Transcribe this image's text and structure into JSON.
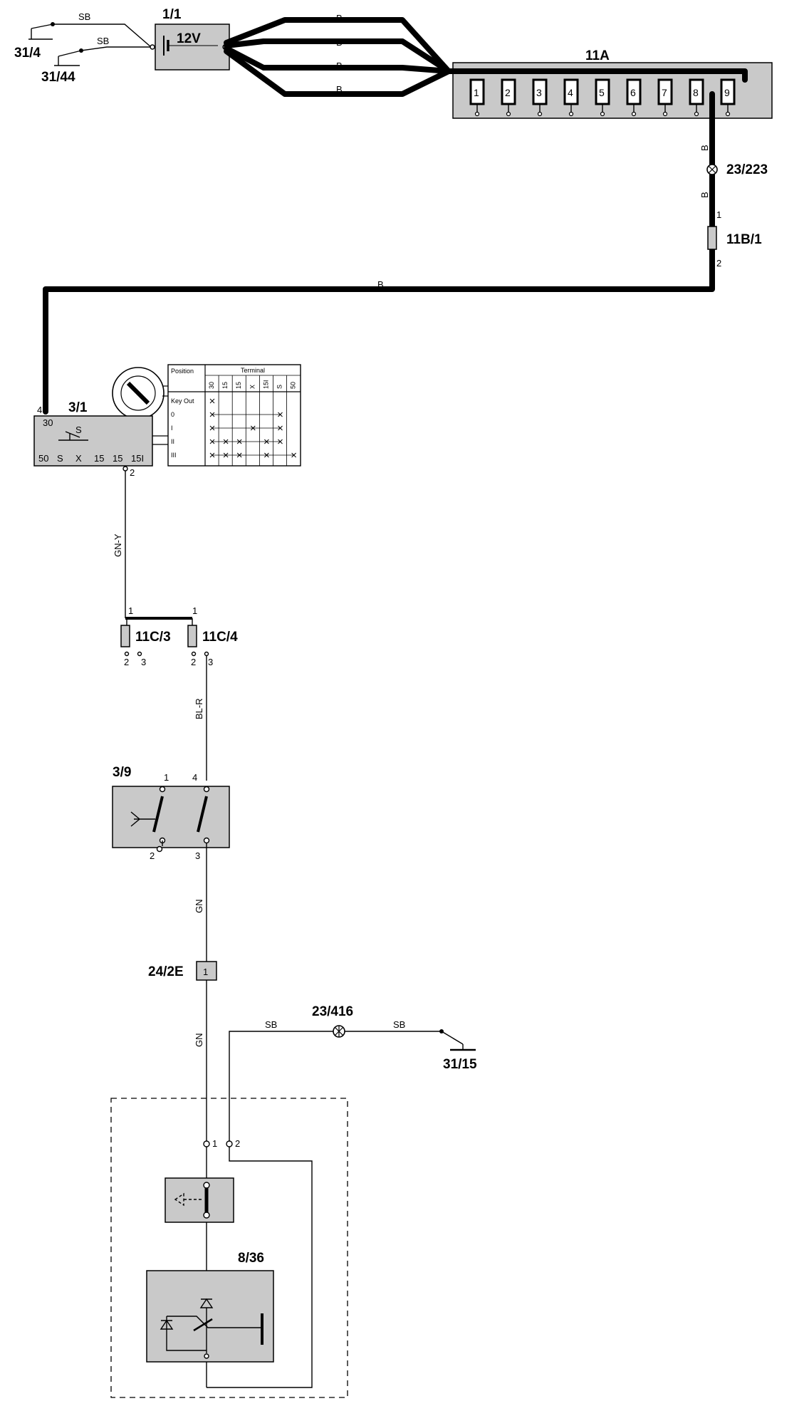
{
  "battery": {
    "id": "1/1",
    "voltage": "12V"
  },
  "grounds": {
    "g1": "31/4",
    "g2": "31/44",
    "g3": "31/15"
  },
  "fuse_box": {
    "id": "11A",
    "fuses": [
      "1",
      "2",
      "3",
      "4",
      "5",
      "6",
      "7",
      "8",
      "9"
    ]
  },
  "junctions": {
    "j1": "23/223",
    "j2": "23/416"
  },
  "connectors": {
    "c1": "11B/1",
    "c2": "11C/3",
    "c3": "11C/4",
    "c4": "24/2E",
    "c4_pin": "1"
  },
  "ignition": {
    "id": "3/1",
    "top_pin": "30",
    "top_pin_num": "4",
    "inner": "S",
    "bottom_pins": [
      "50",
      "S",
      "X",
      "15",
      "15",
      "15I"
    ],
    "out_pin": "2",
    "table": {
      "h_position": "Position",
      "h_terminal": "Terminal",
      "columns": [
        "30",
        "15",
        "15",
        "X",
        "15I",
        "S",
        "50"
      ],
      "rows": [
        "Key Out",
        "0",
        "I",
        "II",
        "III"
      ]
    }
  },
  "switch": {
    "id": "3/9",
    "pins": [
      "1",
      "4",
      "2",
      "3"
    ]
  },
  "module": {
    "id": "8/36",
    "pins": [
      "1",
      "2"
    ]
  },
  "wires": {
    "sb": "SB",
    "b": "B",
    "gny": "GN-Y",
    "blr": "BL-R",
    "gn": "GN"
  },
  "pins": {
    "one": "1",
    "two": "2",
    "three": "3"
  }
}
